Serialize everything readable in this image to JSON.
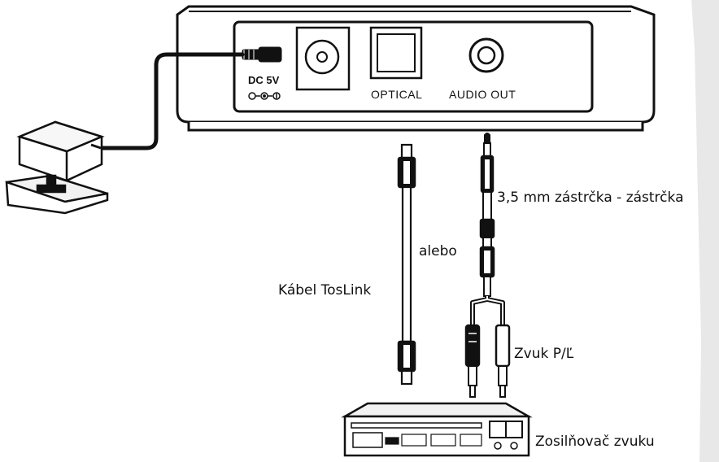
{
  "device": {
    "dc_label": "DC 5V",
    "optical_label": "OPTICAL",
    "audio_out_label": "AUDIO OUT"
  },
  "labels": {
    "jack_cable": "3,5 mm zástrčka - zástrčka",
    "alebo": "alebo",
    "toslink": "Kábel TosLink",
    "zvuk_pl": "Zvuk P/Ľ",
    "amplifier": "Zosilňovač zvuku"
  },
  "colors": {
    "line": "#111111",
    "background": "#ffffff",
    "panel_fill": "#f2f2f2",
    "side_shade": "#e6e6e6"
  }
}
